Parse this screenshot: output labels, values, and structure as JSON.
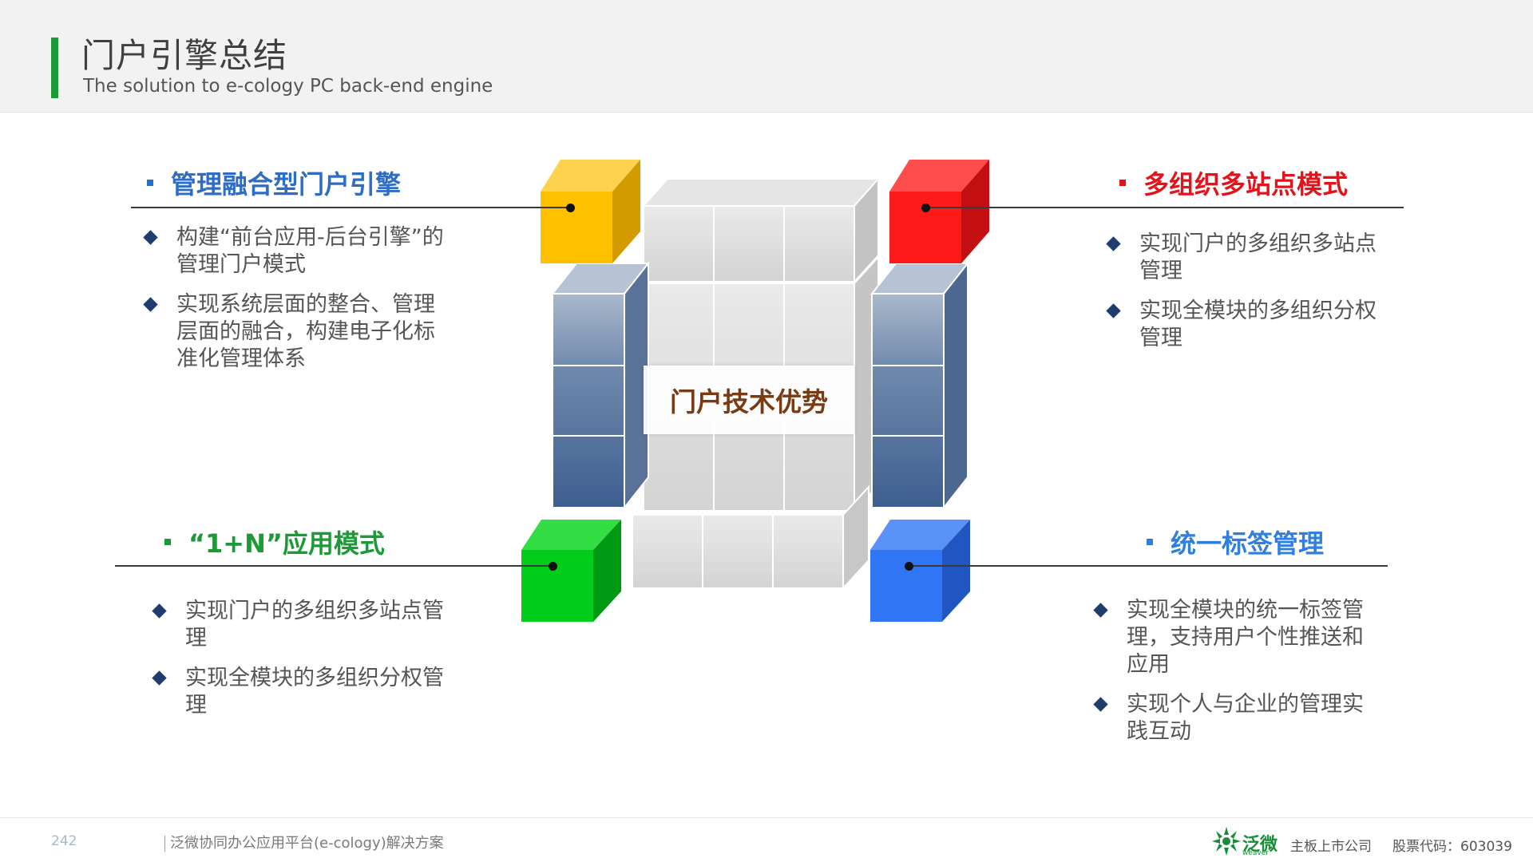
{
  "header": {
    "title": "门户引擎总结",
    "subtitle": "The solution to e-cology PC back-end engine"
  },
  "center": {
    "label": "门户技术优势"
  },
  "sections": {
    "top_left": {
      "title": "管理融合型门户引擎",
      "color": "#2e6dc7",
      "items": [
        "构建“前台应用-后台引擎”的管理门户模式",
        "实现系统层面的整合、管理层面的融合，构建电子化标准化管理体系"
      ]
    },
    "top_right": {
      "title": "多组织多站点模式",
      "color": "#e6121a",
      "items": [
        "实现门户的多组织多站点管理",
        "实现全模块的多组织分权管理"
      ]
    },
    "bottom_left": {
      "title": "“1+N”应用模式",
      "color": "#1c9a37",
      "items": [
        "实现门户的多组织多站点管理",
        "实现全模块的多组织分权管理"
      ]
    },
    "bottom_right": {
      "title": "统一标签管理",
      "color": "#2e7fe0",
      "items": [
        "实现全模块的统一标签管理，支持用户个性推送和应用",
        "实现个人与企业的管理实践互动"
      ]
    }
  },
  "colors": {
    "yellow_cube": "#ffc000",
    "red_cube": "#ff1a1a",
    "green_cube": "#00cc1a",
    "blue_cube": "#2f75f5",
    "steel_cube": "#3d5f8f",
    "glass_cube": "#d9d9d9",
    "accent_green": "#1c9a37"
  },
  "footer": {
    "page_number": "242",
    "doc_title": "泛微协同办公应用平台(e-cology)解决方案",
    "logo_text": "泛微",
    "logo_sub": "weaver",
    "company": "主板上市公司",
    "stock": "股票代码：603039"
  }
}
